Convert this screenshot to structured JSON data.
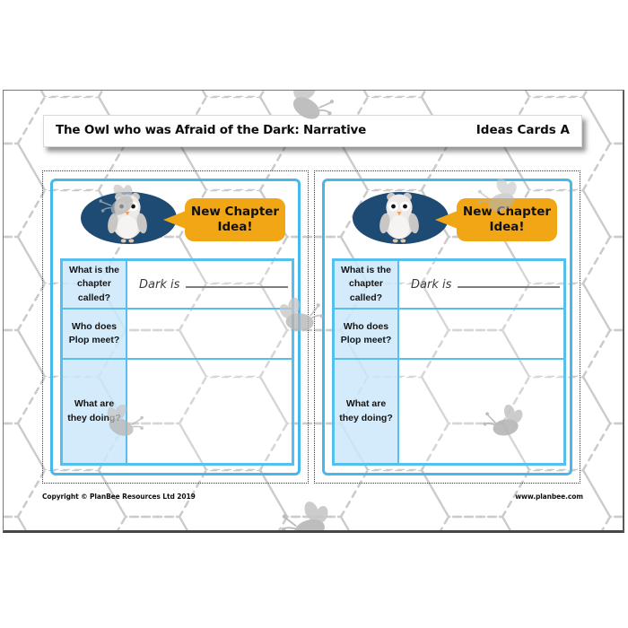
{
  "header": {
    "title": "The Owl who was Afraid of the Dark: Narrative",
    "edition": "Ideas Cards A"
  },
  "cards": [
    {
      "bubble_label": "New Chapter Idea!",
      "rows": [
        {
          "label": "What is the chapter called?",
          "value": "Dark is"
        },
        {
          "label": "Who does Plop meet?",
          "value": ""
        },
        {
          "label": "What are they doing?",
          "value": ""
        }
      ]
    },
    {
      "bubble_label": "New Chapter Idea!",
      "rows": [
        {
          "label": "What is the chapter called?",
          "value": "Dark is"
        },
        {
          "label": "Who does Plop meet?",
          "value": ""
        },
        {
          "label": "What are they doing?",
          "value": ""
        }
      ]
    }
  ],
  "footer": {
    "copyright": "Copyright © PlanBee Resources Ltd 2019",
    "website": "www.planbee.com"
  },
  "icons": {
    "owl": "owl-icon",
    "bee": "bee-icon",
    "speech_bubble": "speech-bubble"
  },
  "colors": {
    "card_border_blue": "#47b8ec",
    "table_border_blue": "#55bfee",
    "label_cell_bg": "#cbe8fa",
    "bubble_orange": "#f1a616",
    "oval_navy": "#1d4b74",
    "pattern_grey": "#cbcbcb",
    "bee_grey": "#b5b5b5"
  }
}
